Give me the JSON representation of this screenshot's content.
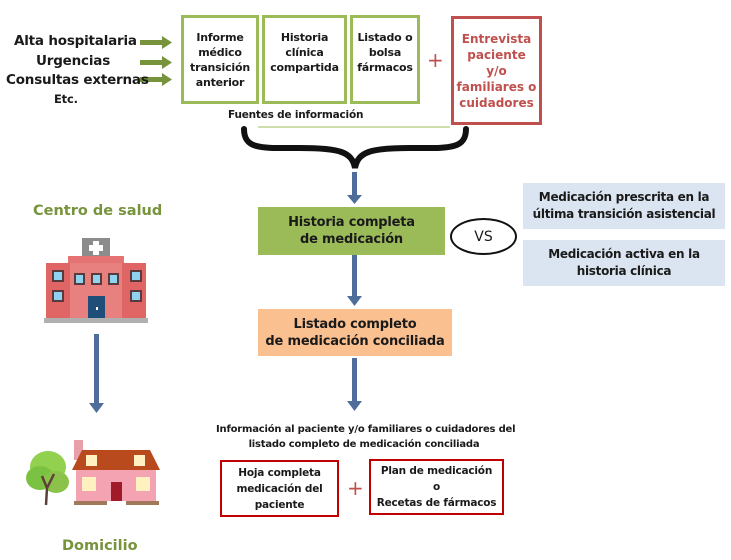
{
  "origins": {
    "items": [
      "Alta hospitalaria",
      "Urgencias",
      "Consultas externas",
      "Etc."
    ]
  },
  "sources": {
    "boxes": [
      {
        "lines": [
          "Informe",
          "médico",
          "transición",
          "anterior"
        ]
      },
      {
        "lines": [
          "Historia",
          "clínica",
          "compartida"
        ]
      },
      {
        "lines": [
          "Listado o",
          "bolsa",
          "fármacos"
        ]
      }
    ],
    "plus": "+",
    "interview": {
      "lines": [
        "Entrevista",
        "paciente",
        "y/o",
        "familiares o",
        "cuidadores"
      ]
    },
    "caption": "Fuentes de información"
  },
  "history": {
    "lines": [
      "Historia completa",
      "de medicación"
    ]
  },
  "vs_label": "VS",
  "compare": [
    {
      "lines": [
        "Medicación prescrita en la",
        "última transición asistencial"
      ]
    },
    {
      "lines": [
        "Medicación activa en la",
        "historia clínica"
      ]
    }
  ],
  "reconciled": {
    "lines": [
      "Listado completo",
      "de medicación conciliada"
    ]
  },
  "info": {
    "lines": [
      "Información al paciente y/o familiares o cuidadores del",
      "listado completo de medicación conciliada"
    ]
  },
  "outputs": {
    "sheet": {
      "lines": [
        "Hoja completa",
        "medicación del",
        "paciente"
      ]
    },
    "plus": "+",
    "plan": {
      "lines": [
        "Plan de medicación",
        "o",
        "Recetas de fármacos"
      ]
    }
  },
  "places": {
    "health_center": "Centro de salud",
    "home": "Domicilio"
  },
  "colors": {
    "green_border": "#9bbb59",
    "green_fill": "#9bbb59",
    "red_border": "#c0504d",
    "dark_red_border": "#c00000",
    "orange_fill": "#fac090",
    "blue_fill": "#dbe5f1",
    "arrow_blue": "#4f6d9a",
    "place_green": "#77933c"
  }
}
